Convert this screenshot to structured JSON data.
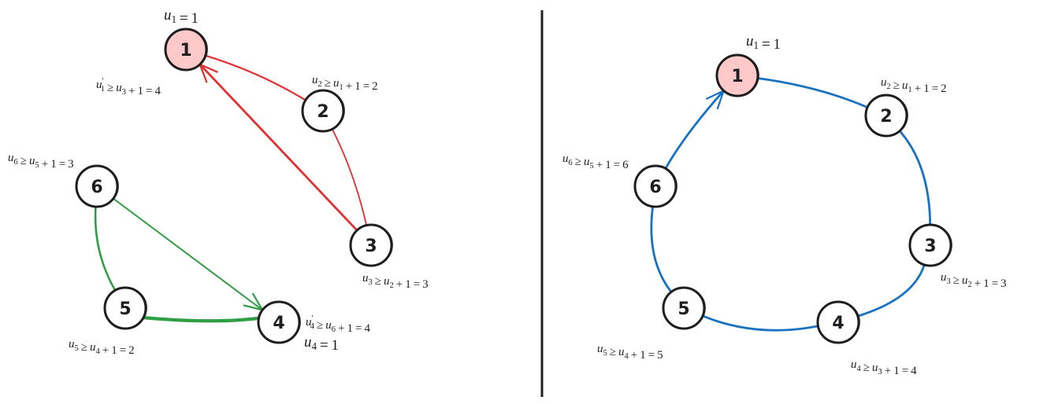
{
  "colors": {
    "red_edge": "#e03131",
    "green_edge": "#2f9e44",
    "blue_edge": "#1971c2",
    "source_fill": "#ffc9c9",
    "node_fill": "#ffffff",
    "stroke": "#1e1e1e",
    "divider": "#1e1e1e"
  },
  "panels": [
    {
      "id": "left",
      "description": "Two cycles: 1-2-3-1 (red) and 4-5-6-4 (green); two sources",
      "nodes": [
        {
          "id": "1",
          "label": "1",
          "source": true
        },
        {
          "id": "2",
          "label": "2",
          "source": false
        },
        {
          "id": "3",
          "label": "3",
          "source": false
        },
        {
          "id": "4",
          "label": "4",
          "source": false
        },
        {
          "id": "5",
          "label": "5",
          "source": false
        },
        {
          "id": "6",
          "label": "6",
          "source": false
        }
      ],
      "edges": [
        {
          "from": "1",
          "to": "2",
          "color": "red",
          "arrow": false
        },
        {
          "from": "2",
          "to": "3",
          "color": "red",
          "arrow": false
        },
        {
          "from": "3",
          "to": "1",
          "color": "red",
          "arrow": true
        },
        {
          "from": "4",
          "to": "5",
          "color": "green",
          "arrow": false
        },
        {
          "from": "5",
          "to": "6",
          "color": "green",
          "arrow": false
        },
        {
          "from": "6",
          "to": "4",
          "color": "green",
          "arrow": true
        }
      ],
      "annotations": [
        {
          "node": "1",
          "text": "u_1 = 1",
          "role": "source"
        },
        {
          "node": "1",
          "text": "u'_1 ≥ u_3 + 1 = 4",
          "role": "constraint"
        },
        {
          "node": "2",
          "text": "u_2 ≥ u_1 + 1 = 2",
          "role": "constraint"
        },
        {
          "node": "3",
          "text": "u_3 ≥ u_2 + 1 = 3",
          "role": "constraint"
        },
        {
          "node": "4",
          "text": "u'_4 ≥ u_6 + 1 = 4",
          "role": "constraint"
        },
        {
          "node": "4",
          "text": "u_4 = 1",
          "role": "source"
        },
        {
          "node": "5",
          "text": "u_5 ≥ u_4 + 1 = 2",
          "role": "constraint"
        },
        {
          "node": "6",
          "text": "u_6 ≥ u_5 + 1 = 3",
          "role": "constraint"
        }
      ]
    },
    {
      "id": "right",
      "description": "Single cycle 1-2-3-4-5-6-1 (blue); one source",
      "nodes": [
        {
          "id": "1",
          "label": "1",
          "source": true
        },
        {
          "id": "2",
          "label": "2",
          "source": false
        },
        {
          "id": "3",
          "label": "3",
          "source": false
        },
        {
          "id": "4",
          "label": "4",
          "source": false
        },
        {
          "id": "5",
          "label": "5",
          "source": false
        },
        {
          "id": "6",
          "label": "6",
          "source": false
        }
      ],
      "edges": [
        {
          "from": "1",
          "to": "2",
          "color": "blue",
          "arrow": false
        },
        {
          "from": "2",
          "to": "3",
          "color": "blue",
          "arrow": false
        },
        {
          "from": "3",
          "to": "4",
          "color": "blue",
          "arrow": false
        },
        {
          "from": "4",
          "to": "5",
          "color": "blue",
          "arrow": false
        },
        {
          "from": "5",
          "to": "6",
          "color": "blue",
          "arrow": false
        },
        {
          "from": "6",
          "to": "1",
          "color": "blue",
          "arrow": true
        }
      ],
      "annotations": [
        {
          "node": "1",
          "text": "u_1 = 1",
          "role": "source"
        },
        {
          "node": "2",
          "text": "u_2 ≥ u_1 + 1 = 2",
          "role": "constraint"
        },
        {
          "node": "3",
          "text": "u_3 ≥ u_2 + 1 = 3",
          "role": "constraint"
        },
        {
          "node": "4",
          "text": "u_4 ≥ u_3 + 1 = 4",
          "role": "constraint"
        },
        {
          "node": "5",
          "text": "u_5 ≥ u_4 + 1 = 5",
          "role": "constraint"
        },
        {
          "node": "6",
          "text": "u_6 ≥ u_5 + 1 = 6",
          "role": "constraint"
        }
      ]
    }
  ]
}
